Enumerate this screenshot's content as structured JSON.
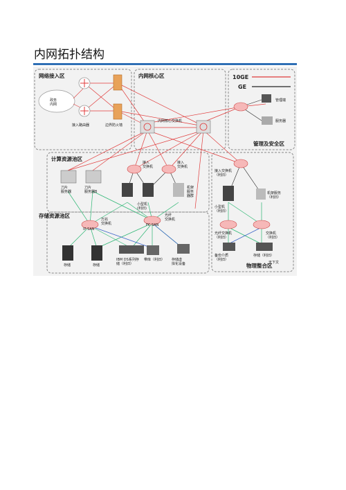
{
  "page": {
    "title": "内网拓扑结构"
  },
  "legend": {
    "gbps10": "10GE",
    "gbps1": "GE"
  },
  "zones": {
    "access": "网络接入区",
    "core": "内网核心区",
    "mgmt": "管理及安全区",
    "compute": "计算资源池区",
    "storage": "存储资源池区",
    "physical": "物理整合区"
  },
  "nodes": {
    "cloud": "政务\n内网",
    "access_router": "接入路由器",
    "firewall": "边界防火墙",
    "core_switch": "内网核心交换机",
    "mgmt_terminal": "管理端",
    "server": "服务器",
    "blade": "刀片\n服务器",
    "blade_b": "刀片\n服务器B",
    "access_sw1": "接入\n交换机",
    "access_sw2": "接入\n交换机",
    "small_host": "小型机\n(利旧)",
    "rack_server": "机架\n服务\n器群",
    "gige_sw": "万兆\n交换机",
    "fc_sw": "光纤\n交换机",
    "ip_san": "IP SAN",
    "fc_san": "FC SAN",
    "storage1": "存储",
    "storage2": "存储",
    "ibm_ds": "IBM DS系列存\n储（利旧）",
    "tape": "带库（利旧）",
    "virt": "存储虚\n拟化设备",
    "phys_access_sw": "接入交换机\n（利旧）",
    "phys_small": "小型机\n（利旧）",
    "phys_rack": "机架服务\n（利旧）",
    "phys_fc_sw": "光纤交换机\n（利旧）",
    "phys_sw": "交换机\n（利旧）",
    "phys_backup": "备份介质\n（利旧）",
    "phys_storage": "存储（利旧）",
    "watermark": "天下文"
  },
  "colors": {
    "red": "#e03a3a",
    "black": "#222222",
    "green": "#2bb673",
    "blue": "#3a63c8",
    "accent": "#2f6fb5"
  }
}
